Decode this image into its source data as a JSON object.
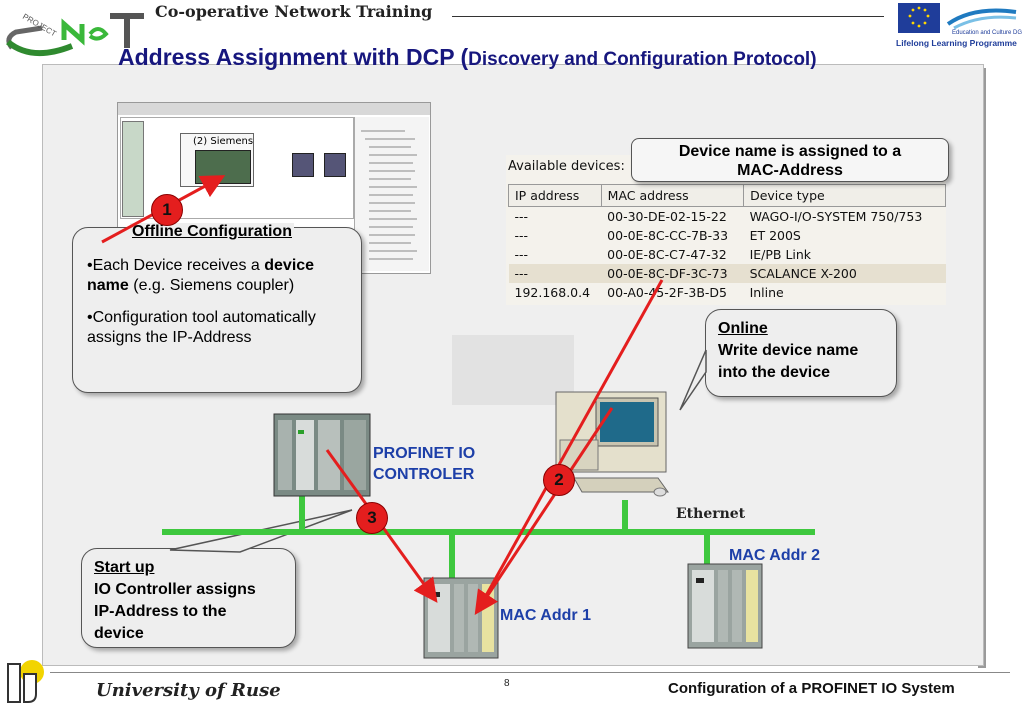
{
  "header": {
    "title": "Co-operative Network Training",
    "logo_text": "PROJECT",
    "eu_text_1": "Education and Culture DG",
    "eu_text_2": "Lifelong Learning Programme"
  },
  "slide": {
    "title_main": "Address Assignment with DCP (",
    "title_sub": "Discovery and Configuration Protocol)"
  },
  "offline": {
    "title": "Offline Configuration",
    "line1_pre": "•Each Device receives a",
    "line1_bold": "device name",
    "line1_post": "(e.g. Siemens coupler)",
    "line2": "•Configuration tool automatically assigns the IP-Address"
  },
  "config_tool": {
    "station_label": "(2) Siemens"
  },
  "device_table": {
    "header_label": "Available devices:",
    "columns": [
      "IP address",
      "MAC address",
      "Device type"
    ],
    "rows": [
      [
        "---",
        "00-30-DE-02-15-22",
        "WAGO-I/O-SYSTEM 750/753"
      ],
      [
        "---",
        "00-0E-8C-CC-7B-33",
        "ET 200S"
      ],
      [
        "---",
        "00-0E-8C-C7-47-32",
        "IE/PB Link"
      ],
      [
        "---",
        "00-0E-8C-DF-3C-73",
        "SCALANCE X-200"
      ],
      [
        "192.168.0.4",
        "00-A0-45-2F-3B-D5",
        "Inline"
      ]
    ]
  },
  "device_name_callout": {
    "line1": "Device name is assigned to a",
    "line2": "MAC-Address"
  },
  "online_callout": {
    "title": "Online",
    "line1": "Write device name",
    "line2": "into the device"
  },
  "startup_callout": {
    "title": "Start up",
    "line1": "IO Controller assigns",
    "line2": "IP-Address to the",
    "line3": "device"
  },
  "labels": {
    "profinet_line1": "PROFINET IO",
    "profinet_line2": "CONTROLER",
    "ethernet": "Ethernet",
    "mac1": "MAC Addr 1",
    "mac2": "MAC Addr 2"
  },
  "steps": [
    "1",
    "2",
    "3"
  ],
  "footer": {
    "university": "University of Ruse",
    "page": "8",
    "course": "Configuration of a PROFINET IO System"
  },
  "colors": {
    "title_blue": "#17177e",
    "label_blue": "#1d3fa8",
    "ethernet_green": "#3ec83e",
    "arrow_red": "#e41e1e"
  }
}
